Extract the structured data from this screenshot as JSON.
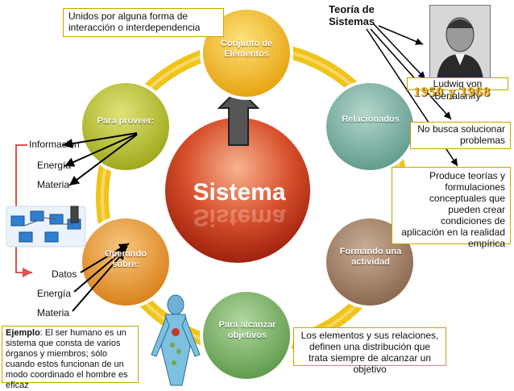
{
  "center": {
    "label": "Sistema"
  },
  "nodes": [
    {
      "id": "conjunto",
      "label": "Conjunto de Elementos",
      "color": "#f5b821"
    },
    {
      "id": "relacionados",
      "label": "Relacionados",
      "color": "#7ab0a2"
    },
    {
      "id": "formando",
      "label": "Formando una actividad",
      "color": "#a3836a"
    },
    {
      "id": "alcanzar",
      "label": "Para alcanzar objetivos",
      "color": "#7fb56c"
    },
    {
      "id": "operando",
      "label": "Operando sobre:",
      "color": "#e99a2f"
    },
    {
      "id": "proveer",
      "label": "Para proveer:",
      "color": "#b9c22c"
    }
  ],
  "notes": {
    "top_left": "Unidos por alguna forma de interacción o interdependencia",
    "title": "Teoría de Sistemas",
    "author": "Ludwig von Bertalanffy",
    "years": "1950 y 1968",
    "no_busca": "No busca solucionar problemas",
    "produce": "Produce teorías y formulaciones conceptuales que pueden crear condiciones de aplicación en la realidad empírica",
    "bottom_right": "Los elementos y sus relaciones, definen una distribución que trata siempre de alcanzar un objetivo",
    "ejemplo_label": "Ejemplo",
    "ejemplo_text": ": El ser humano es un sistema que consta de varios órganos y miembros; sólo cuando estos funcionan de un modo coordinado el hombre es eficaz"
  },
  "outputs": [
    "Información",
    "Energía",
    "Materia"
  ],
  "inputs": [
    "Datos",
    "Energía",
    "Materia"
  ],
  "colors": {
    "ring": "#f0c419",
    "center_top": "#f4a37d",
    "center_bottom": "#a8240e",
    "note_border": "#c8a400",
    "bracket": "#d9534f"
  }
}
